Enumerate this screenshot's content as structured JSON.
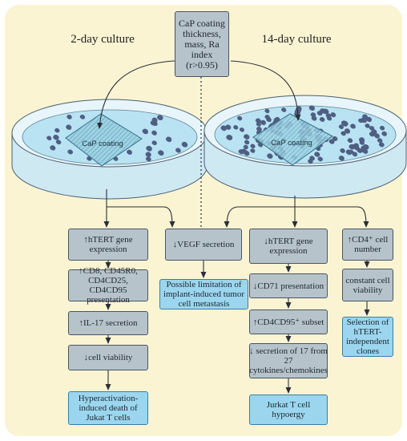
{
  "top_box": "CaP coating thickness, mass, Ra index (r>0.95)",
  "labels": {
    "left_culture": "2-day culture",
    "right_culture": "14-day culture",
    "left_coating": "CaP coating",
    "right_coating": "CaP coating"
  },
  "col1": {
    "b1": "↑hTERT gene expression",
    "b2": "↑CD8, CD45R0, CD4CD25, CD4CD95 presentation",
    "b3": "↑IL-17 secretion",
    "b4": "↓cell viability",
    "out": "Hyperactivation-induced death of Jukat T cells"
  },
  "col2": {
    "b1": "↓VEGF secretion",
    "out": "Possible limitation of implant-induced tumor cell metastasis"
  },
  "col3": {
    "b1": "↓hTERT gene expression",
    "b2": "↓CD71 presentation",
    "b3": "↑CD4CD95⁺ subset",
    "b4": "↓ secretion of 17 from 27 cytokines/chemokines",
    "out": "Jurkat T cell hypoergy"
  },
  "col4": {
    "b1": "↑CD4⁺ cell number",
    "b2": "constant cell viability",
    "out": "Selection of hTERT-independent clones"
  },
  "colors": {
    "panel": "#fbf4d3",
    "box_gray": "#b7c3cb",
    "box_blue": "#9bd6ee",
    "dish_medium": "#b9e3f2",
    "cell": "#4f5e82"
  }
}
